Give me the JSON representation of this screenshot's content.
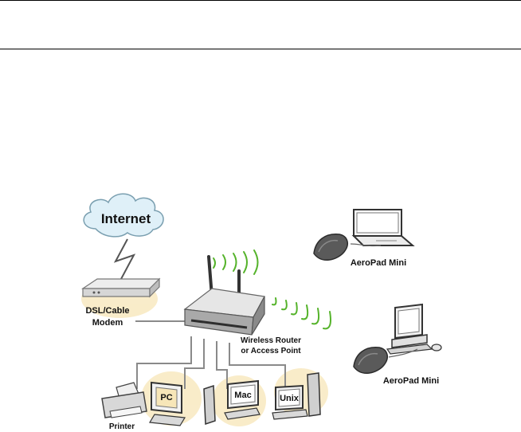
{
  "diagram": {
    "nodes": {
      "internet": "Internet",
      "modem_line1": "DSL/Cable",
      "modem_line2": "Modem",
      "router_line1": "Wireless Router",
      "router_line2": "or Access Point",
      "aeropad_top": "AeroPad Mini",
      "aeropad_bottom": "AeroPad Mini",
      "printer": "Printer",
      "pc": "PC",
      "mac": "Mac",
      "unix": "Unix"
    },
    "colors": {
      "cloud": "#dff0f8",
      "highlight": "#f7e6b8",
      "wave": "#55b32b",
      "device": "#d9d9d9",
      "device_dark": "#4a4a4a",
      "wire": "#8a8a8a"
    }
  }
}
